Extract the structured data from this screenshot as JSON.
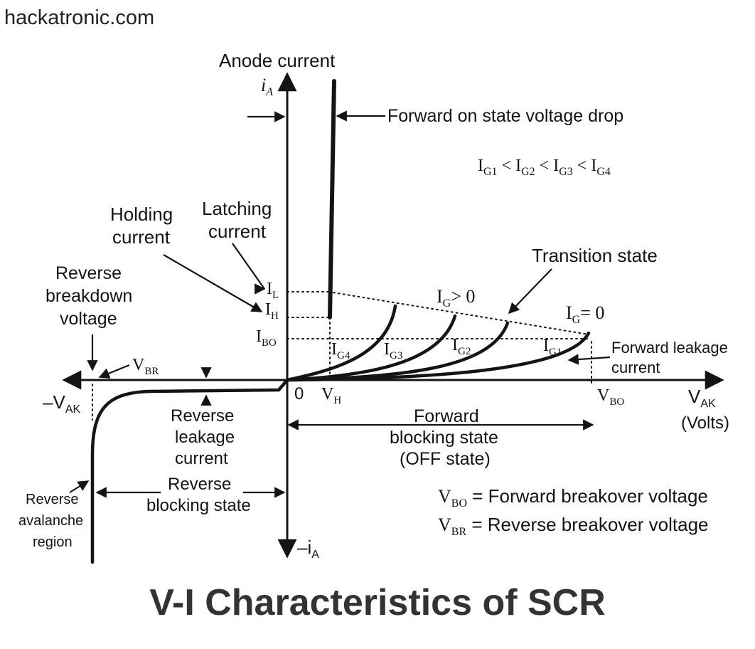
{
  "watermark": "hackatronic.com",
  "caption": "V-I Characteristics of SCR",
  "axes": {
    "y_label": "Anode current",
    "y_pos": "i",
    "y_pos_sub": "A",
    "y_neg": "–i",
    "y_neg_sub": "A",
    "x_pos": "V",
    "x_pos_sub": "AK",
    "x_unit": "(Volts)",
    "x_neg": "–V",
    "x_neg_sub": "AK",
    "origin": "0"
  },
  "gate_relation": {
    "I": "I",
    "g1": "G1",
    "g2": "G2",
    "g3": "G3",
    "g4": "G4",
    "lt": "<"
  },
  "labels": {
    "forward_on": "Forward on state voltage drop",
    "holding_1": "Holding",
    "holding_2": "current",
    "latching_1": "Latching",
    "latching_2": "current",
    "reverse_bd_1": "Reverse",
    "reverse_bd_2": "breakdown",
    "reverse_bd_3": "voltage",
    "transition": "Transition state",
    "ig_gt_0": "> 0",
    "ig_eq_0": "= 0",
    "ig_G": "G",
    "fwd_leak_1": "Forward leakage",
    "fwd_leak_2": "current",
    "rev_leak_1": "Reverse",
    "rev_leak_2": "leakage",
    "rev_leak_3": "current",
    "fwd_block_1": "Forward",
    "fwd_block_2": "blocking state",
    "fwd_block_3": "(OFF state)",
    "rev_block_1": "Reverse",
    "rev_block_2": "blocking state",
    "rev_aval_1": "Reverse",
    "rev_aval_2": "avalanche",
    "rev_aval_3": "region"
  },
  "points": {
    "IL": "I",
    "IL_sub": "L",
    "IH": "I",
    "IH_sub": "H",
    "IBO": "I",
    "IBO_sub": "BO",
    "VH": "V",
    "VH_sub": "H",
    "VBO": "V",
    "VBO_sub": "BO",
    "VBR": "V",
    "VBR_sub": "BR"
  },
  "curve_labels": {
    "G4": "G4",
    "G3": "G3",
    "G2": "G2",
    "G1": "G1"
  },
  "legend": {
    "vbo_V": "V",
    "vbo_sub": "BO",
    "vbo_text": "= Forward breakover voltage",
    "vbr_V": "V",
    "vbr_sub": "BR",
    "vbr_text": "= Reverse breakover voltage"
  }
}
